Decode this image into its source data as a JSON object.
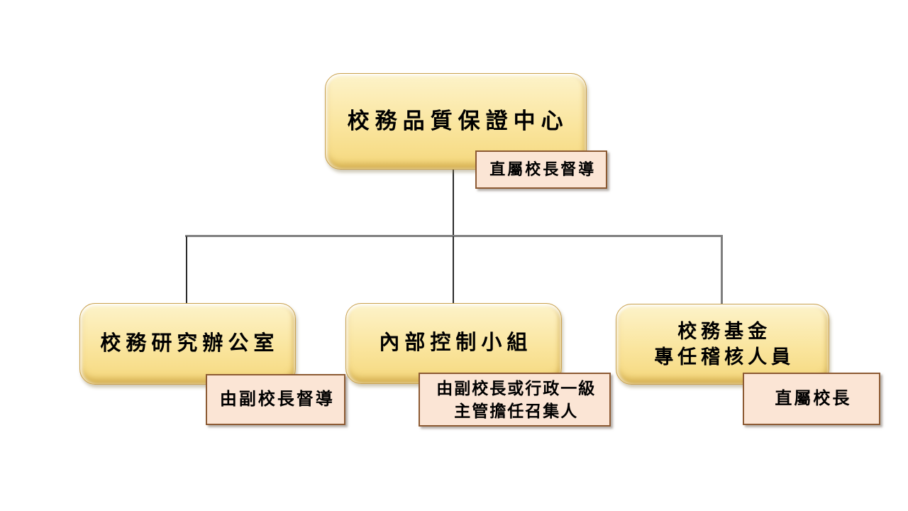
{
  "org_chart": {
    "root": {
      "label": "校務品質保證中心",
      "note": "直屬校長督導"
    },
    "children": [
      {
        "label": "校務研究辦公室",
        "note": "由副校長督導"
      },
      {
        "label": "內部控制小組",
        "note": "由副校長或行政一級\n主管擔任召集人"
      },
      {
        "label": "校務基金\n專任稽核人員",
        "note": "直屬校長"
      }
    ]
  },
  "colors": {
    "background": "#FFFFFF",
    "node_fill_top": "#FDF3CA",
    "node_fill_mid": "#FAE59E",
    "node_fill_bottom": "#F5D87D",
    "node_edge": "#C9A14E",
    "note_bg": "#FBE5D5",
    "note_border": "#8C5A33",
    "connector_gray": "#7F7F7F",
    "connector_dark": "#2B2B2B",
    "text": "#000000"
  }
}
